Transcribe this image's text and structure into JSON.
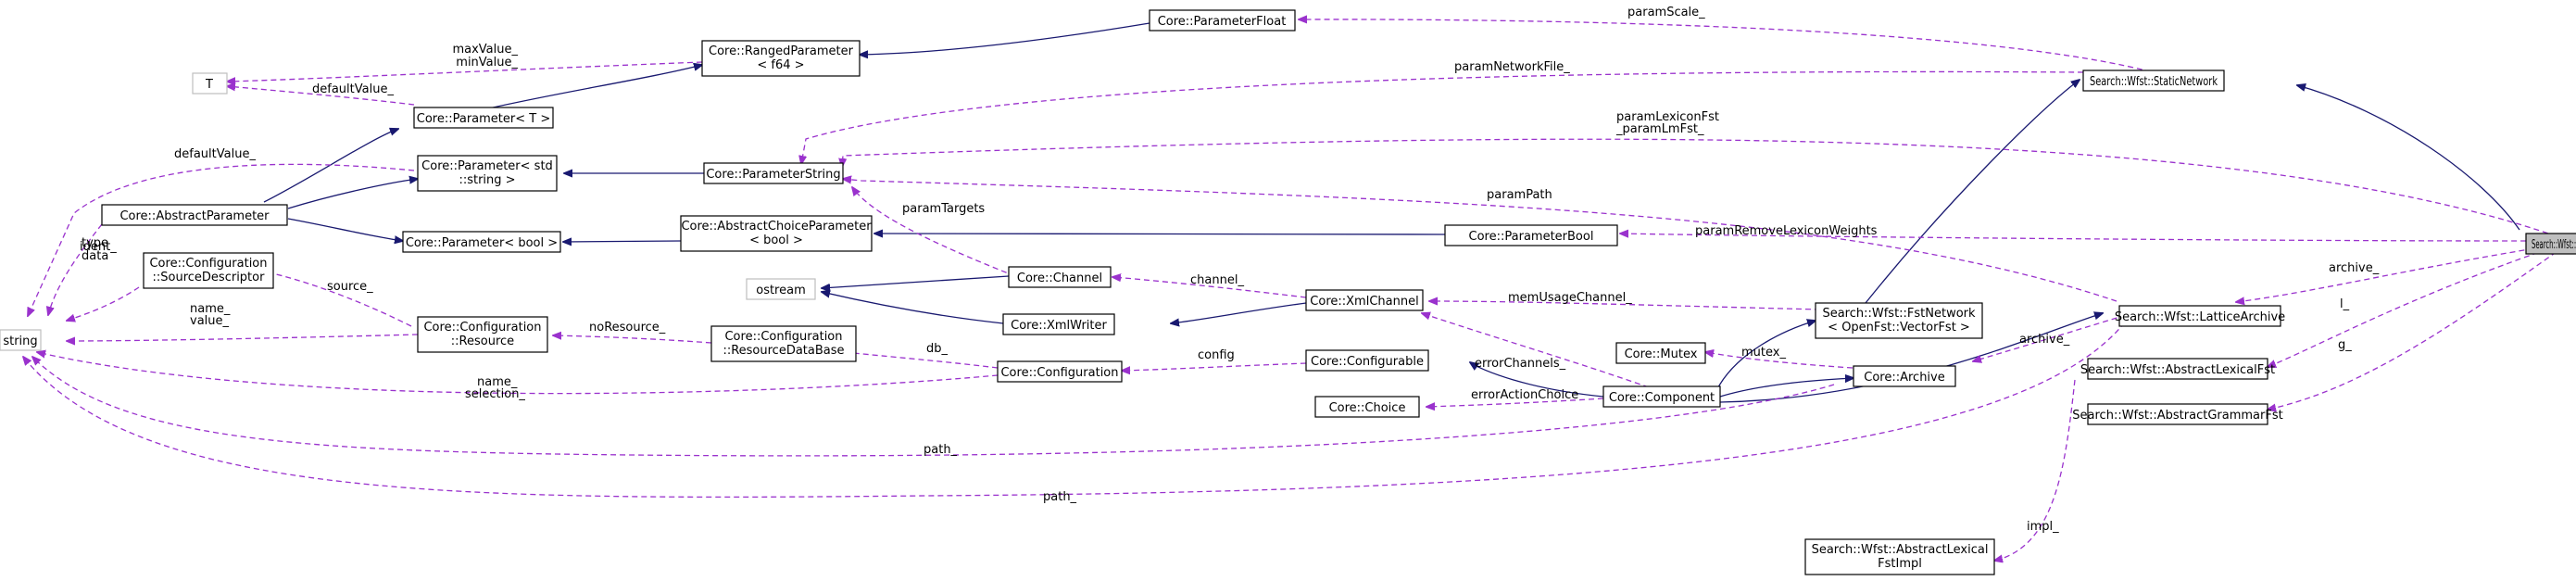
{
  "colors": {
    "inherit": "#191970",
    "use": "#9a32cd",
    "focus_fill": "#bfbfbf",
    "background": "#ffffff"
  },
  "nodes": {
    "lattice_network": "Search::Wfst::LatticeNetwork",
    "static_network": "Search::Wfst::StaticNetwork",
    "fst_network": [
      "Search::Wfst::FstNetwork",
      "< OpenFst::VectorFst >"
    ],
    "lattice_archive": "Search::Wfst::LatticeArchive",
    "abstract_lexical_fst": "Search::Wfst::AbstractLexicalFst",
    "abstract_grammar_fst": "Search::Wfst::AbstractGrammarFst",
    "abstract_lexical_fst_impl": [
      "Search::Wfst::AbstractLexical",
      "FstImpl"
    ],
    "parameter_float": "Core::ParameterFloat",
    "ranged_parameter": [
      "Core::RangedParameter",
      "< f64 >"
    ],
    "t": "T",
    "parameter_t": "Core::Parameter< T >",
    "parameter_std_string": [
      "Core::Parameter< std",
      "::string >"
    ],
    "parameter_string": "Core::ParameterString",
    "abstract_parameter": "Core::AbstractParameter",
    "parameter_bool_tpl": "Core::Parameter< bool >",
    "abstract_choice_parameter": [
      "Core::AbstractChoiceParameter",
      "< bool >"
    ],
    "parameter_bool": "Core::ParameterBool",
    "string": "string",
    "source_descriptor": [
      "Core::Configuration",
      "::SourceDescriptor"
    ],
    "resource": [
      "Core::Configuration",
      "::Resource"
    ],
    "resource_database": [
      "Core::Configuration",
      "::ResourceDataBase"
    ],
    "configuration": "Core::Configuration",
    "ostream": "ostream",
    "channel": "Core::Channel",
    "xml_writer": "Core::XmlWriter",
    "xml_channel": "Core::XmlChannel",
    "configurable": "Core::Configurable",
    "choice": "Core::Choice",
    "component": "Core::Component",
    "mutex": "Core::Mutex",
    "archive": "Core::Archive"
  },
  "labels": {
    "param_scale": "paramScale_",
    "max_min_value": [
      "maxValue_",
      "minValue_"
    ],
    "default_value_t": "defaultValue_",
    "param_network_file": "paramNetworkFile_",
    "param_lexicon_lm": [
      "paramLexiconFst",
      "_paramLmFst_"
    ],
    "default_value_string": "defaultValue_",
    "param_path": "paramPath",
    "param_remove_lexicon_weights": "paramRemoveLexiconWeights",
    "ident": "ident_",
    "type_data": [
      "type",
      "data"
    ],
    "param_targets": "paramTargets",
    "source": "source_",
    "name_value": [
      "name_",
      "value_"
    ],
    "no_resource": "noResource_",
    "channel": "channel_",
    "mem_usage_channel": "memUsageChannel_",
    "archive_ln": "archive_",
    "archive_fst": "archive_",
    "db": "db_",
    "config": "config",
    "mutex": "mutex_",
    "l": "l_",
    "g": "g_",
    "name_selection": [
      "name_",
      "selection_"
    ],
    "error_channels": "errorChannels_",
    "error_action_choice": "errorActionChoice",
    "path_archive": "path_",
    "path_lattice": "path_",
    "impl": "impl_"
  }
}
